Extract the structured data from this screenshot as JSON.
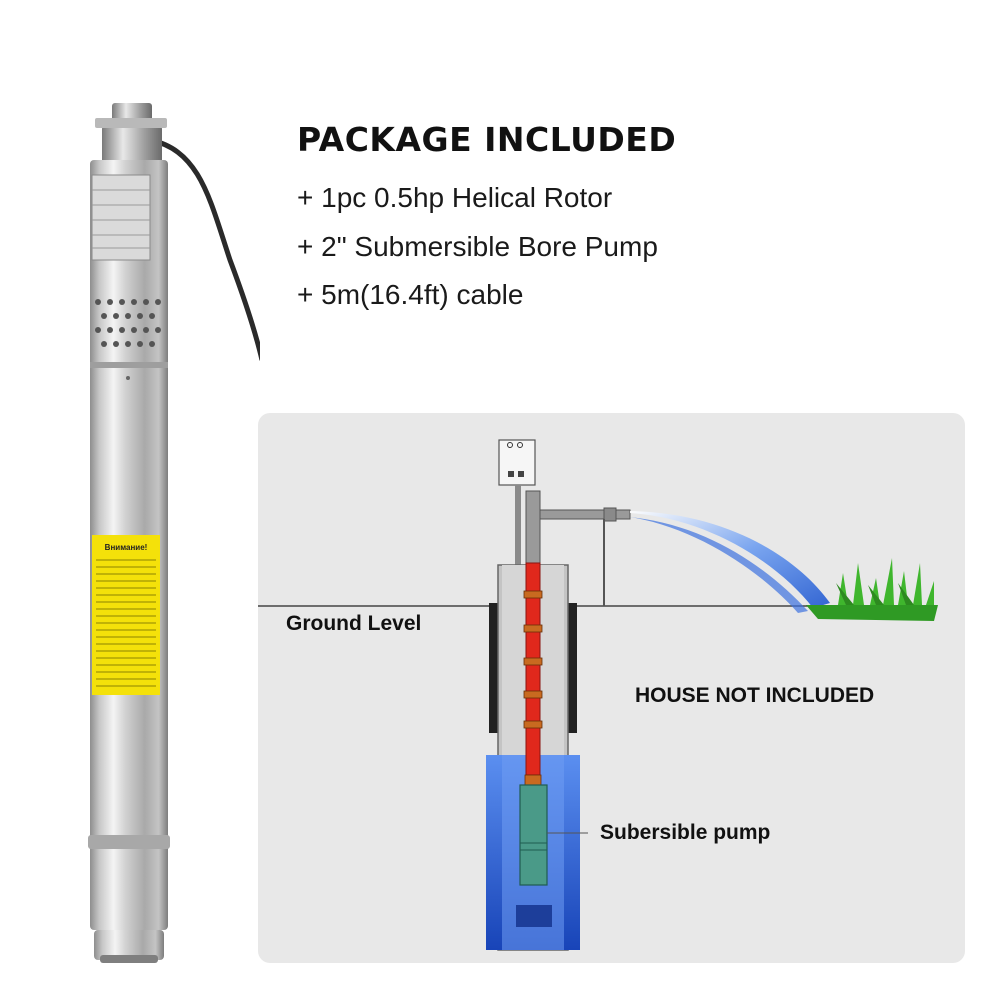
{
  "package": {
    "title": "PACKAGE INCLUDED",
    "items": [
      "+ 1pc 0.5hp Helical Rotor",
      "+ 2\" Submersible Bore Pump",
      "+ 5m(16.4ft) cable"
    ]
  },
  "diagram": {
    "ground_label": "Ground Level",
    "house_label": "HOUSE NOT INCLUDED",
    "pump_label": "Subersible pump"
  },
  "label_sticker": {
    "heading": "Внимание!"
  },
  "colors": {
    "steel": "#c9c9c9",
    "warning_label": "#f4e10a",
    "water": "#2f6fe0",
    "pipe": "#e0281c",
    "grass": "#3fb62d",
    "panel": "#e8e8e8"
  }
}
